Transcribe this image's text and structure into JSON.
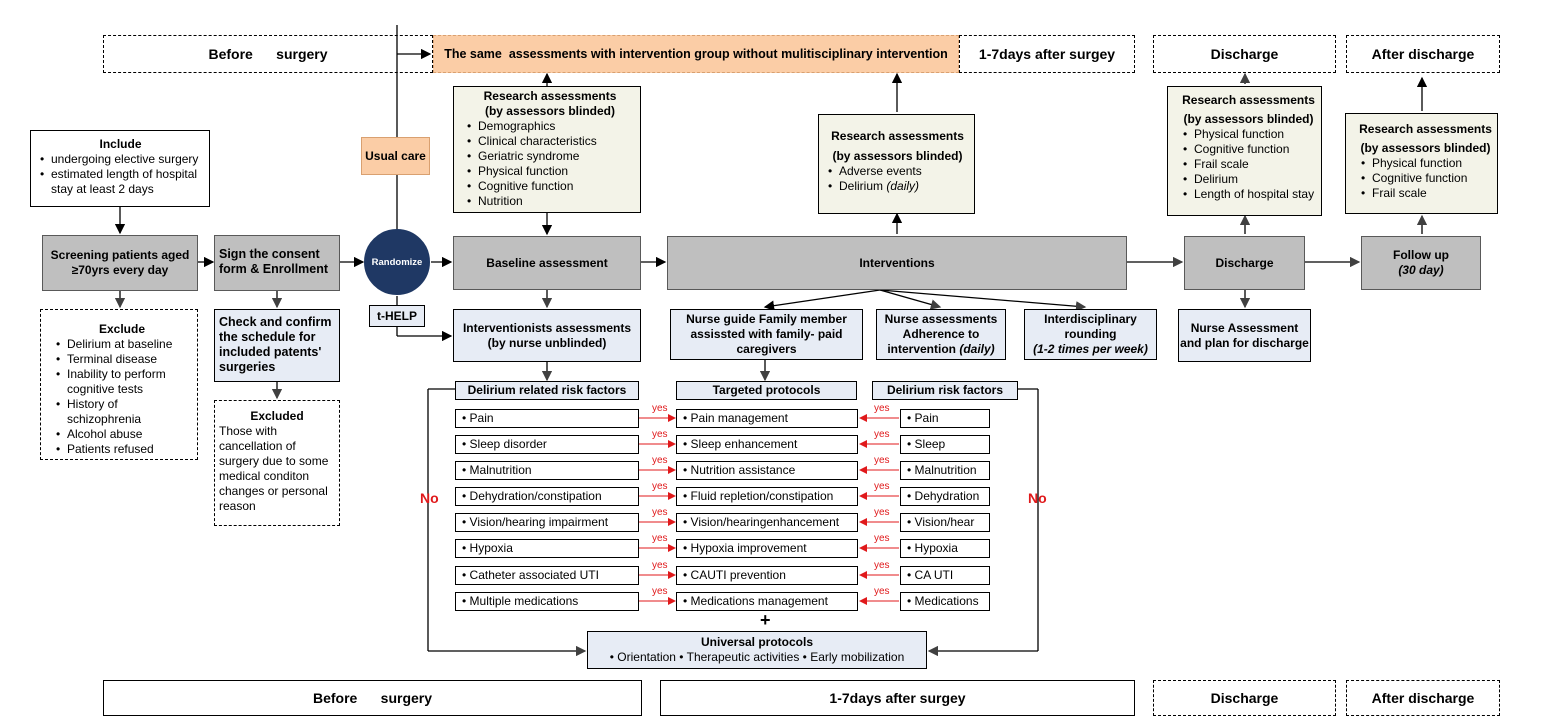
{
  "header": {
    "before": "Before      surgery",
    "same_assess": "The same  assessments with intervention group without mulitisciplinary intervention",
    "post_op": "1-7days after surgey",
    "discharge": "Discharge",
    "after_discharge": "After discharge"
  },
  "footer": {
    "before": "Before      surgery",
    "post_op": "1-7days after surgey",
    "discharge": "Discharge",
    "after_discharge": "After discharge"
  },
  "include": {
    "title": "Include",
    "items": [
      "undergoing elective surgery",
      "estimated length of hospital stay at least 2 days"
    ]
  },
  "exclude": {
    "title": "Exclude",
    "items": [
      "Delirium at baseline",
      "Terminal disease",
      "Inability to perform cognitive tests",
      "History of schizophrenia",
      "Alcohol abuse",
      "Patients refused"
    ]
  },
  "screening": "Screening patients aged ≥70yrs every day",
  "consent": "Sign the consent form & Enrollment",
  "check": "Check and confirm the schedule for included patents' surgeries",
  "excluded": {
    "title": "Excluded",
    "text": "Those with cancellation of surgery due to some medical conditon changes or personal reason"
  },
  "usual_care": "Usual care",
  "randomize": "Randomize",
  "thelp": "t-HELP",
  "research1": {
    "title1": "Research assessments",
    "title2": "(by assessors blinded)",
    "items": [
      "Demographics",
      "Clinical characteristics",
      "Geriatric syndrome",
      "Physical function",
      "Cognitive  function",
      "Nutrition"
    ]
  },
  "research2": {
    "title1": "Research assessments",
    "title2": "(by assessors blinded)",
    "item1": "Adverse events",
    "item2_a": "Delirium ",
    "item2_b": "(daily)"
  },
  "research3": {
    "title1": "Research assessments",
    "title2": "(by assessors blinded)",
    "items": [
      "Physical function",
      "Cognitive  function",
      "Frail scale",
      "Delirium",
      "Length of hospital stay"
    ]
  },
  "research4": {
    "title1": "Research assessments",
    "title2": "(by assessors blinded)",
    "items": [
      "Physical function",
      "Cognitive  function",
      "Frail scale"
    ]
  },
  "baseline": "Baseline assessment",
  "interventions": "Interventions",
  "discharge_box": "Discharge",
  "followup": {
    "title": "Follow up",
    "sub": "(30 day)"
  },
  "interventionists": "Interventionists assessments (by nurse unblinded)",
  "nurse_guide": "Nurse guide Family member assissted with family- paid caregivers",
  "nurse_assess": {
    "text": "Nurse assessments Adherence to intervention ",
    "italic": "(daily)"
  },
  "interdisc": {
    "title": "Interdisciplinary rounding",
    "sub": "(1-2 times per week)"
  },
  "nurse_discharge": "Nurse Assessment and plan for discharge",
  "col_heads": {
    "left": "Delirium related risk factors",
    "mid": "Targeted protocols",
    "right": "Delirium risk factors"
  },
  "left_rows": [
    "• Pain",
    "• Sleep disorder",
    "• Malnutrition",
    "• Dehydration/constipation",
    "• Vision/hearing impairment",
    "• Hypoxia",
    "• Catheter associated UTI",
    "• Multiple medications"
  ],
  "mid_rows": [
    "• Pain management",
    "• Sleep enhancement",
    "• Nutrition assistance",
    "• Fluid repletion/constipation",
    "• Vision/hearingenhancement",
    "• Hypoxia improvement",
    "• CAUTI prevention",
    "• Medications management"
  ],
  "right_rows": [
    "• Pain",
    "• Sleep",
    "• Malnutrition",
    "• Dehydration",
    "• Vision/hear",
    "• Hypoxia",
    "• CA UTI",
    "• Medications"
  ],
  "yes_label": "yes",
  "no_label": "No",
  "plus": "+",
  "universal": {
    "title": "Universal protocols",
    "items": "• Orientation  • Therapeutic activities  • Early mobilization"
  }
}
